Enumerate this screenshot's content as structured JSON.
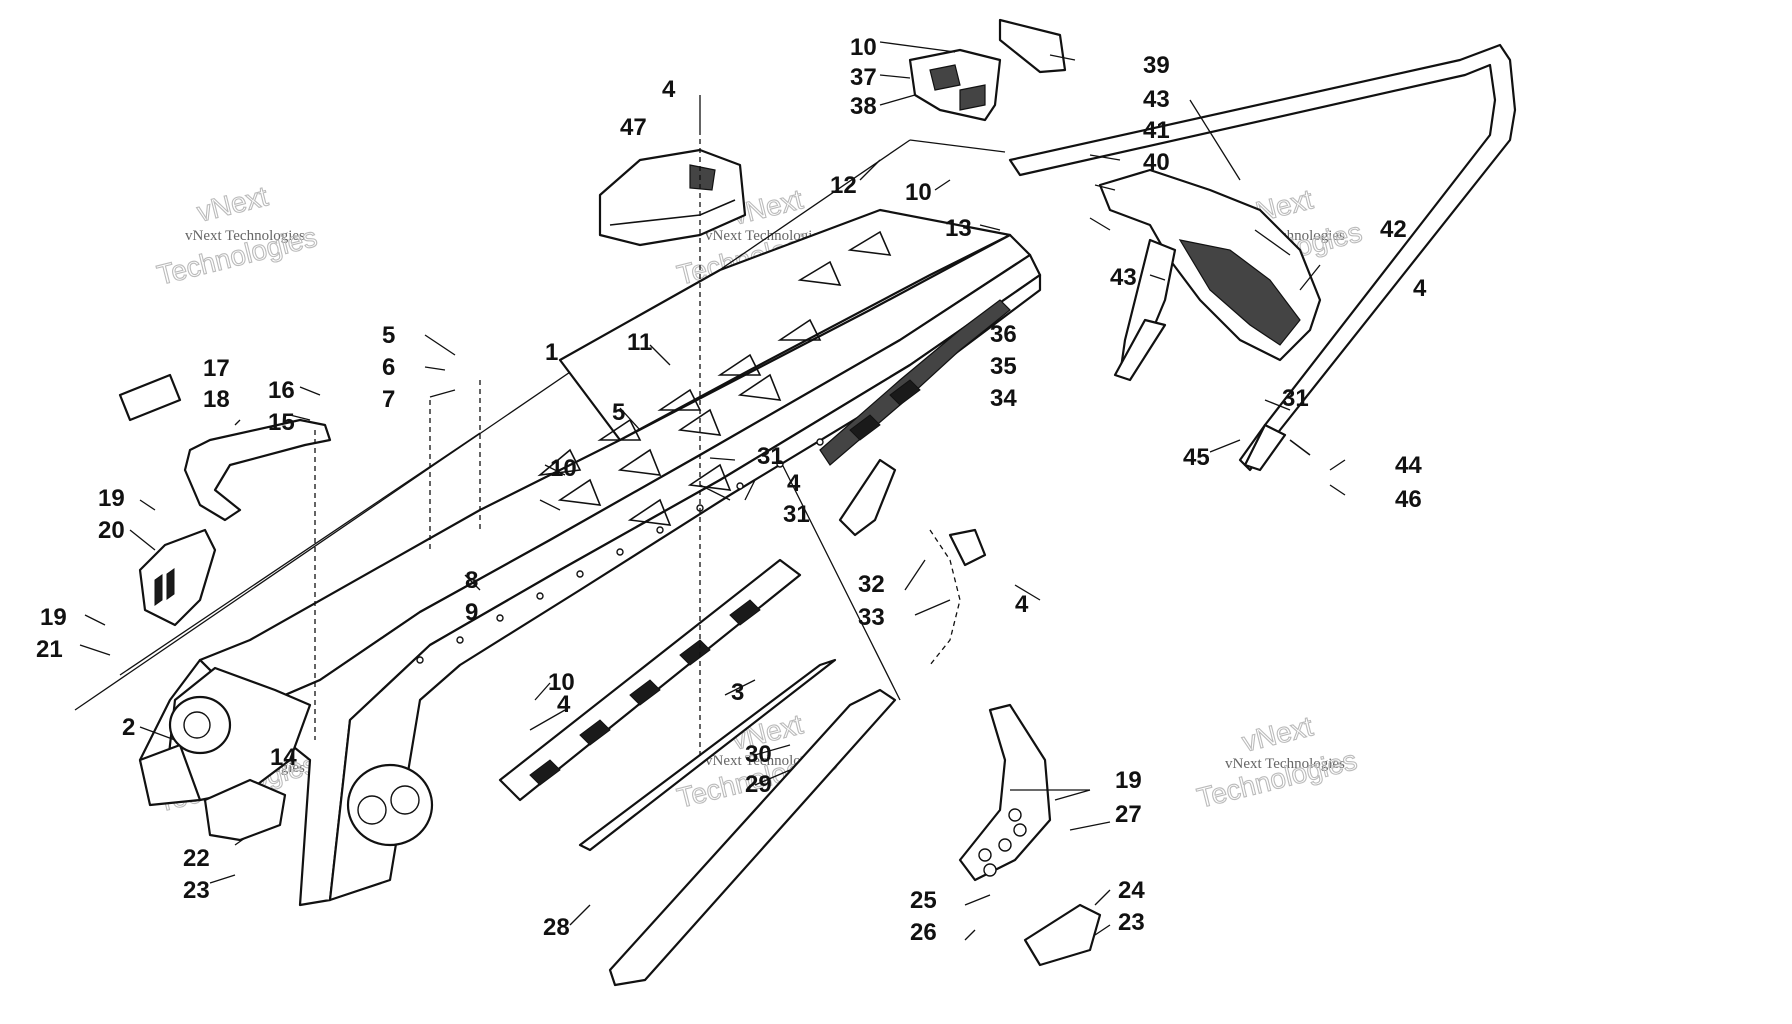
{
  "watermark": {
    "line1": "vNext Technologies",
    "line2": "vNext",
    "line3": "Technologies"
  },
  "callouts": [
    "1",
    "2",
    "3",
    "4",
    "4",
    "4",
    "4",
    "4",
    "4",
    "5",
    "5",
    "6",
    "7",
    "8",
    "9",
    "10",
    "10",
    "10",
    "10",
    "11",
    "12",
    "13",
    "14",
    "15",
    "16",
    "17",
    "18",
    "19",
    "19",
    "19",
    "20",
    "21",
    "22",
    "23",
    "23",
    "24",
    "25",
    "26",
    "27",
    "28",
    "29",
    "30",
    "31",
    "31",
    "31",
    "32",
    "33",
    "34",
    "35",
    "36",
    "37",
    "38",
    "39",
    "40",
    "41",
    "42",
    "43",
    "43",
    "44",
    "45",
    "46",
    "47"
  ]
}
